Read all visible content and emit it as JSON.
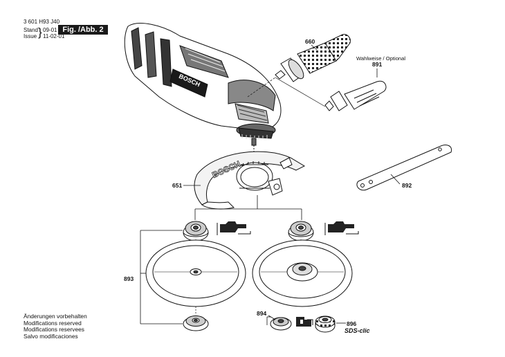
{
  "header": {
    "doc_number": "3 601 H93 J40",
    "stand_label": "Stand",
    "issue_label": "Issue",
    "stand_value": "09-01",
    "issue_value": "11-02-01",
    "figure_label": "Fig. /Abb. 2"
  },
  "parts": {
    "p660": "660",
    "p891": "891",
    "p891_note": "Wahlweise / Optional",
    "p651": "651",
    "p892": "892",
    "p893": "893",
    "p894": "894",
    "p896": "896",
    "sds_clic": "SDS-clic"
  },
  "tool_brand": "BOSCH",
  "footer": [
    "Änderungen vorbehalten",
    "Modifications reserved",
    "Modifications reservees",
    "Salvo modificaciones"
  ]
}
